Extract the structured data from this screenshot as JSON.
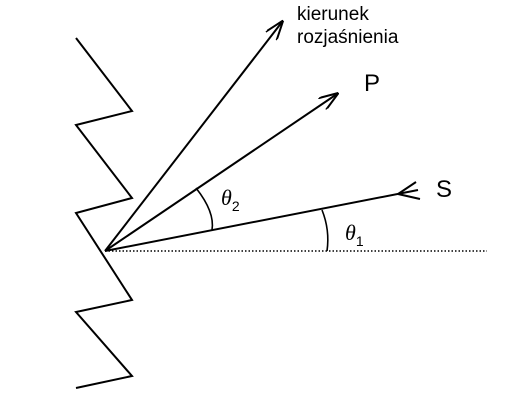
{
  "labels": {
    "direction_line1": "kierunek",
    "direction_line2": "rozjaśnienia",
    "P": "P",
    "S": "S",
    "theta": "θ",
    "theta2_sub": "2",
    "theta1_sub": "1"
  },
  "colors": {
    "ink": "#000000",
    "background": "#ffffff"
  }
}
